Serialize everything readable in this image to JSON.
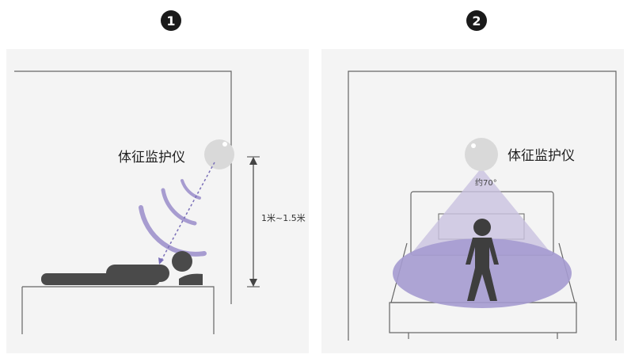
{
  "steps": [
    {
      "number": "1",
      "device_label": "体征监护仪",
      "height_label": "1米~1.5米"
    },
    {
      "number": "2",
      "device_label": "体征监护仪",
      "angle_label": "约70°"
    }
  ],
  "colors": {
    "wave": "#a79cd0",
    "beam": "#c9c2e0",
    "beam_floor": "#a59bd0",
    "person": "#4a4a4a",
    "line": "#555555"
  }
}
